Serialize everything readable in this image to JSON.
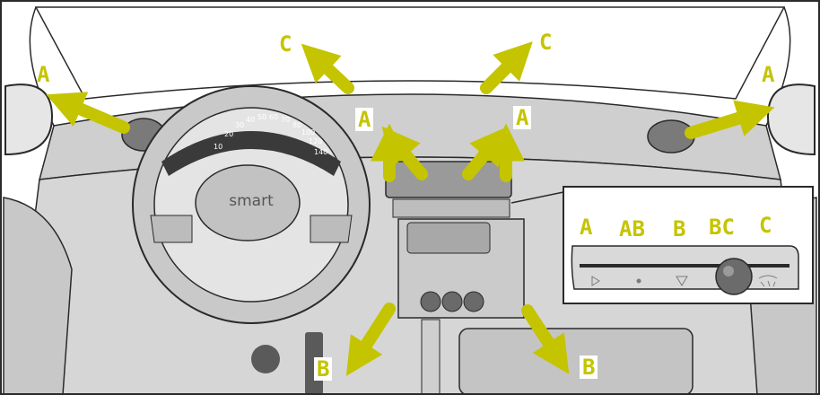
{
  "brand": "smart",
  "labels": {
    "c_left": "C",
    "c_right": "C",
    "a_far_left": "A",
    "a_far_right": "A",
    "a_center_left": "A",
    "a_center_right": "A",
    "b_left": "B",
    "b_right": "B"
  },
  "selector_scale": [
    "A",
    "AB",
    "B",
    "BC",
    "C"
  ],
  "gauge_numbers": [
    "10",
    "20",
    "30",
    "40",
    "50",
    "60",
    "70",
    "80",
    "100",
    "120",
    "140"
  ],
  "colors": {
    "arrow": "#c4c400",
    "line": "#2a2a2a",
    "panel": "#d9d9d9"
  }
}
